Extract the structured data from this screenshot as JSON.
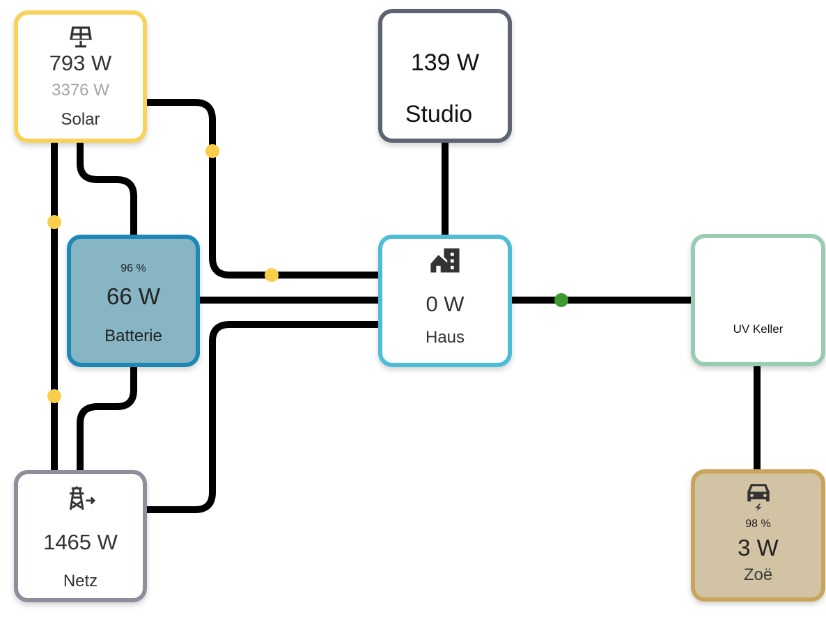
{
  "solar": {
    "icon": "solar-panel-icon",
    "power": "793 W",
    "total": "3376 W",
    "label": "Solar",
    "color": "#f9d25a"
  },
  "battery": {
    "percent": "96 %",
    "power": "66 W",
    "label": "Batterie",
    "color": "#1d87b5"
  },
  "grid": {
    "icon": "transmission-tower-export-icon",
    "power": "1465 W",
    "label": "Netz",
    "color": "#8c909b"
  },
  "studio": {
    "power": "139 W",
    "label": "Studio",
    "color": "#5f6474"
  },
  "home": {
    "icon": "home-city-icon",
    "power": "0 W",
    "label": "Haus",
    "color": "#4dbcd8"
  },
  "keller": {
    "label": "UV Keller",
    "color": "#99cdb2"
  },
  "zoe": {
    "icon": "car-electric-icon",
    "percent": "98 %",
    "power": "3 W",
    "label": "Zoë",
    "color": "#c8a55b"
  },
  "flow_dot_colors": {
    "solar": "#f9cf49",
    "consumer": "#3c9a2e"
  }
}
